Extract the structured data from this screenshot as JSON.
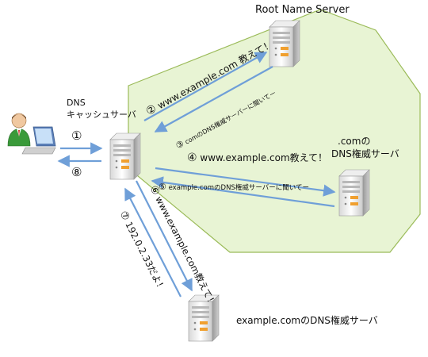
{
  "labels": {
    "root_server": "Root Name Server",
    "dns_cache_line1": "DNS",
    "dns_cache_line2": "キャッシュサーバ",
    "com_server_line1": ".comの",
    "com_server_line2": "DNS権威サーバ",
    "example_server": "example.comのDNS権威サーバ"
  },
  "steps": [
    {
      "num": "①",
      "text": ""
    },
    {
      "num": "②",
      "text": "www.example.com 教えて！"
    },
    {
      "num": "③",
      "text": "comのDNS権威サーバーに聞いてー"
    },
    {
      "num": "④",
      "text": "www.example.com教えて！"
    },
    {
      "num": "⑤",
      "text": "example.comのDNS権威サーバーに聞いてー"
    },
    {
      "num": "⑥",
      "text": "www.example.com教えて！"
    },
    {
      "num": "⑦",
      "text": "192.0.2.33だよ！"
    },
    {
      "num": "⑧",
      "text": ""
    }
  ],
  "colors": {
    "zone_fill": "#e8f4d4",
    "zone_stroke": "#9bbb59",
    "arrow": "#6f9fd8"
  },
  "icons": [
    "client-pc-icon",
    "server-icon"
  ]
}
